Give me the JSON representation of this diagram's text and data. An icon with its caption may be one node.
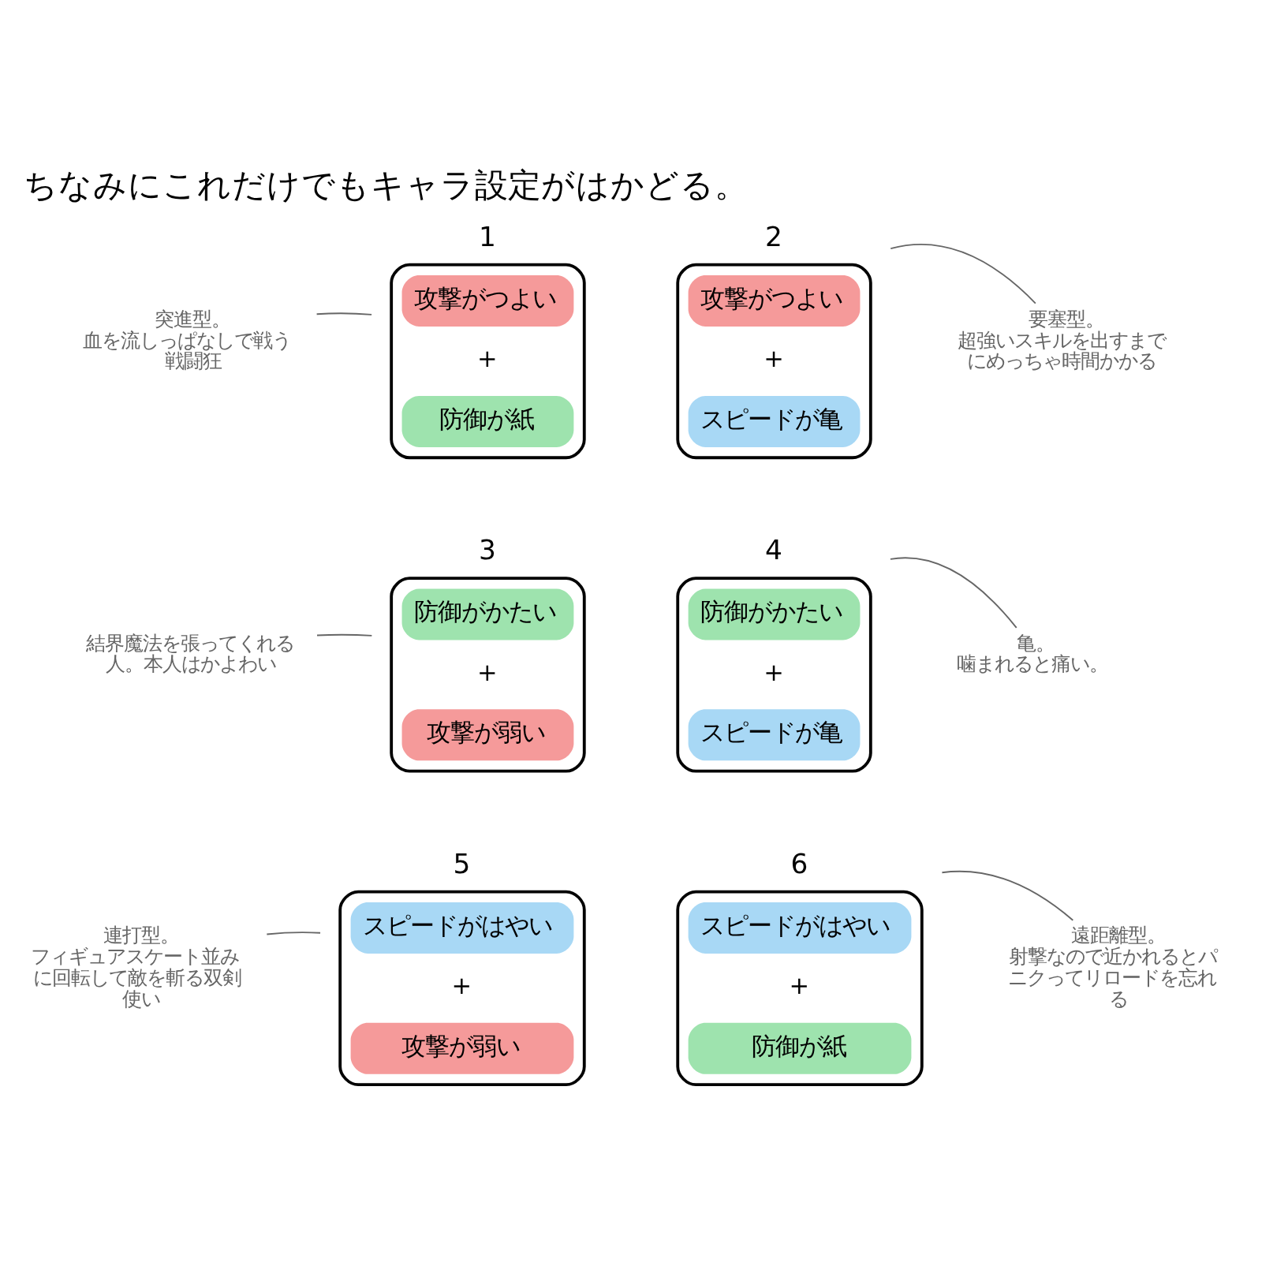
{
  "diagram": {
    "title": "ちなみにこれだけでもキャラ設定がはかどる。",
    "nodes": [
      {
        "text": [
          "1",
          "攻撃がつよい",
          "+",
          "防御が紙"
        ]
      },
      {
        "text": [
          "2",
          "攻撃がつよい",
          "+",
          "スピードが亀"
        ]
      },
      {
        "text": [
          "突進型。",
          "血を流しっぱなしで戦う戦闘狂"
        ]
      },
      {
        "text": [
          "要塞型。",
          "超強いスキルを出すまでにめっちゃ時間かかる"
        ]
      },
      {
        "text": [
          "3",
          "防御がかたい",
          "+",
          "攻撃が弱い"
        ]
      },
      {
        "text": [
          "4",
          "防御がかたい",
          "+",
          "スピードが亀"
        ]
      },
      {
        "text": [
          "結界魔法を張ってくれる人。本人はかよわい"
        ]
      },
      {
        "text": [
          "亀。",
          "噛まれると痛い。"
        ]
      },
      {
        "text": [
          "5",
          "スピードがはやい",
          "+",
          "攻撃が弱い"
        ]
      },
      {
        "text": [
          "6",
          "スピードがはやい",
          "+",
          "防御が紙"
        ]
      },
      {
        "text": [
          "連打型。",
          "フィギュアスケート並みに回転して敵を斬る双剣使い"
        ]
      },
      {
        "text": [
          "遠距離型。",
          "射撃なので近かれるとパニクってリロードを忘れる"
        ]
      }
    ],
    "edges": [
      {
        "from": 2,
        "to": 0,
        "arrow": "none"
      },
      {
        "from": 3,
        "to": 1,
        "arrow": "none"
      },
      {
        "from": 6,
        "to": 4,
        "arrow": "none"
      },
      {
        "from": 7,
        "to": 5,
        "arrow": "none"
      },
      {
        "from": 10,
        "to": 8,
        "arrow": "none"
      },
      {
        "from": 11,
        "to": 9,
        "arrow": "none"
      }
    ]
  }
}
